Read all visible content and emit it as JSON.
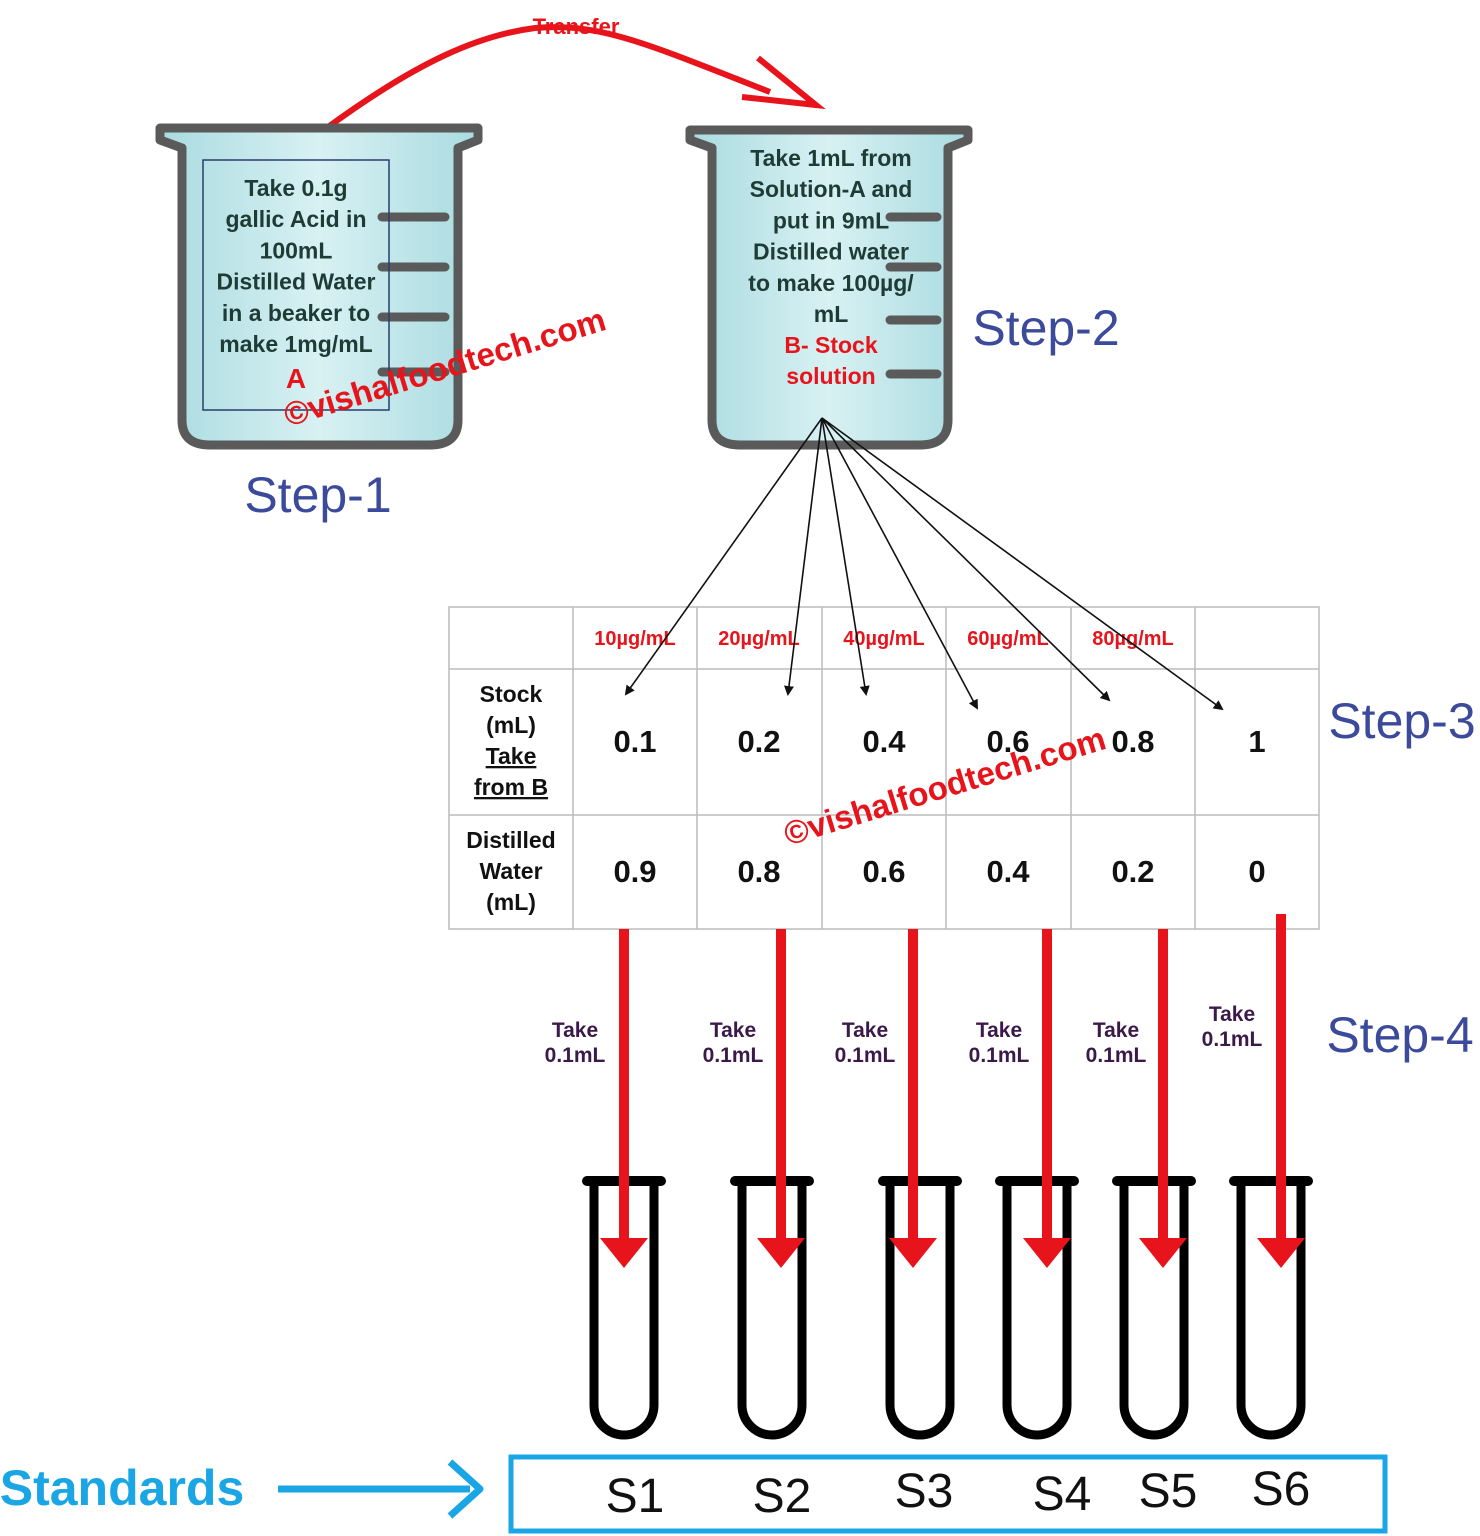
{
  "transfer_label": "Transfer",
  "beaker_a": {
    "lines": [
      "Take 0.1g",
      "gallic Acid in",
      "100mL",
      "Distilled Water",
      "in a beaker to",
      "make 1mg/mL"
    ],
    "tag": "A"
  },
  "beaker_b": {
    "lines": [
      "Take 1mL from",
      "Solution-A and",
      "put in 9mL",
      "Distilled water",
      "to make 100µg/",
      "mL"
    ],
    "tag_lines": [
      "B- Stock",
      "solution"
    ]
  },
  "steps": {
    "step1": "Step-1",
    "step2": "Step-2",
    "step3": "Step-3",
    "step4": "Step-4"
  },
  "watermark": "©vishalfoodtech.com",
  "table": {
    "concentrations": [
      "10µg/mL",
      "20µg/mL",
      "40µg/mL",
      "60µg/mL",
      "80µg/mL",
      ""
    ],
    "stock_label_lines": [
      "Stock",
      "(mL)"
    ],
    "stock_link_lines": [
      "Take",
      "from B"
    ],
    "stock_values": [
      "0.1",
      "0.2",
      "0.4",
      "0.6",
      "0.8",
      "1"
    ],
    "water_label_lines": [
      "Distilled",
      "Water",
      "(mL)"
    ],
    "water_values": [
      "0.9",
      "0.8",
      "0.6",
      "0.4",
      "0.2",
      "0"
    ]
  },
  "take_labels": [
    [
      "Take",
      "0.1mL"
    ],
    [
      "Take",
      "0.1mL"
    ],
    [
      "Take",
      "0.1mL"
    ],
    [
      "Take",
      "0.1mL"
    ],
    [
      "Take",
      "0.1mL"
    ],
    [
      "Take",
      "0.1mL"
    ]
  ],
  "standards_label": "Standards",
  "standards": [
    "S1",
    "S2",
    "S3",
    "S4",
    "S5",
    "S6"
  ],
  "colors": {
    "red": "#e8141b",
    "step_blue": "#3b4a9a",
    "cyan": "#1aa6e4",
    "beaker_fill": "#bfe6ea",
    "beaker_rim": "#5a5a5a"
  }
}
